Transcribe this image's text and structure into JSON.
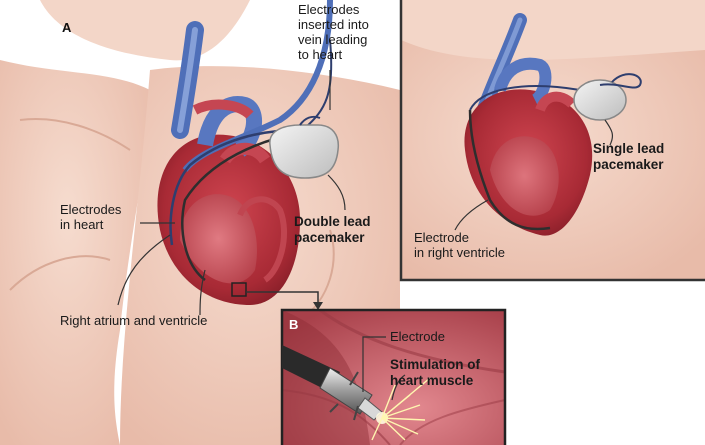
{
  "panel_a": {
    "letter": "A",
    "electrodes_vein": "Electrodes\ninserted into\nvein leading\nto heart",
    "electrodes_heart": "Electrodes\nin heart",
    "double_lead": "Double lead\npacemaker",
    "right_atrium": "Right atrium and ventricle"
  },
  "panel_inset": {
    "single_lead": "Single lead\npacemaker",
    "electrode_rv": "Electrode\nin right ventricle"
  },
  "panel_b": {
    "letter": "B",
    "electrode": "Electrode",
    "stimulation": "Stimulation of\nheart muscle"
  },
  "colors": {
    "skin": "#f2d2c4",
    "skin_shadow": "#e6b9a8",
    "heart_red": "#b8323c",
    "heart_dark": "#8e1f2a",
    "vessel_blue": "#4f6fb8",
    "lead_wire": "#3a4a7a",
    "pacemaker_gray": "#dcdcdc",
    "muscle_pink": "#c8646c",
    "panel_border": "#333333"
  }
}
